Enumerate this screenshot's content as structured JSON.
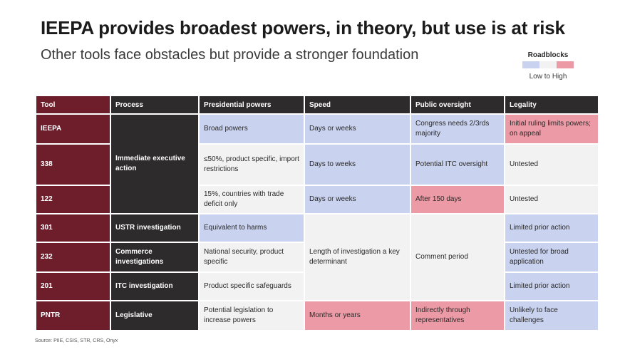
{
  "title": "IEEPA provides broadest powers, in theory, but use is at risk",
  "subtitle": "Other tools face obstacles but provide a stronger foundation",
  "legend": {
    "title": "Roadblocks",
    "range": "Low to High",
    "colors": [
      "#c9d2ee",
      "#f2f2f2",
      "#ec9aa5"
    ]
  },
  "colors": {
    "low": "#c9d2ee",
    "neutral": "#f2f2f2",
    "high": "#ec9aa5",
    "tool_column": "#6e1e2b",
    "header": "#2d2b2c"
  },
  "table": {
    "headers": [
      "Tool",
      "Process",
      "Presidential powers",
      "Speed",
      "Public oversight",
      "Legality"
    ],
    "rows": [
      {
        "tool": "IEEPA",
        "powers": "Broad powers",
        "speed": "Days or weeks",
        "oversight": "Congress needs 2/3rds majority",
        "legality": "Initial ruling limits powers; on appeal"
      },
      {
        "tool": "338",
        "powers": "≤50%, product specific, import restrictions",
        "speed": "Days to weeks",
        "oversight": "Potential ITC oversight",
        "legality": "Untested"
      },
      {
        "tool": "122",
        "powers": "15%, countries with trade deficit only",
        "speed": "Days or weeks",
        "oversight": "After 150 days",
        "legality": "Untested"
      },
      {
        "tool": "301",
        "process": "USTR investigation",
        "powers": "Equivalent to harms",
        "legality": "Limited prior action"
      },
      {
        "tool": "232",
        "process": "Commerce investigations",
        "powers": "National security, product specific",
        "legality": "Untested for broad application"
      },
      {
        "tool": "201",
        "process": "ITC investigation",
        "powers": "Product specific safeguards",
        "legality": "Limited prior action"
      },
      {
        "tool": "PNTR",
        "process": "Legislative",
        "powers": "Potential legislation to increase powers",
        "speed": "Months or years",
        "oversight": "Indirectly through representatives",
        "legality": "Unlikely to face challenges"
      }
    ],
    "merged": {
      "immediate_process": "Immediate executive action",
      "investigation_speed": "Length of investigation a key determinant",
      "investigation_oversight": "Comment period"
    }
  },
  "source": "Source: PIIE, CSIS, STR, CRS, Onyx"
}
